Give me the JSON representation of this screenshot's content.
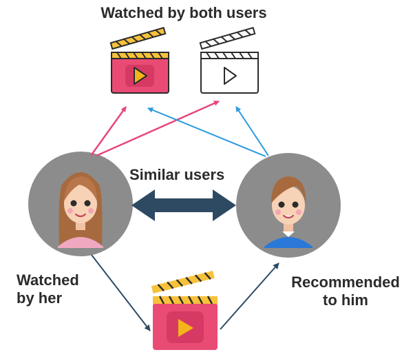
{
  "title": "Watched by both users",
  "similar_label": "Similar users",
  "left_caption": {
    "line1": "Watched",
    "line2": "by her"
  },
  "right_caption": {
    "line1": "Recommended",
    "line2": "to him"
  },
  "colors": {
    "her_arrow": "#e8467a",
    "him_arrow": "#2a9ae0",
    "dark_arrow": "#2e4a63",
    "avatar_bg": "#8c8c8c",
    "clapper_fill": "#e94b74",
    "play_icon": "#f4b41c"
  }
}
